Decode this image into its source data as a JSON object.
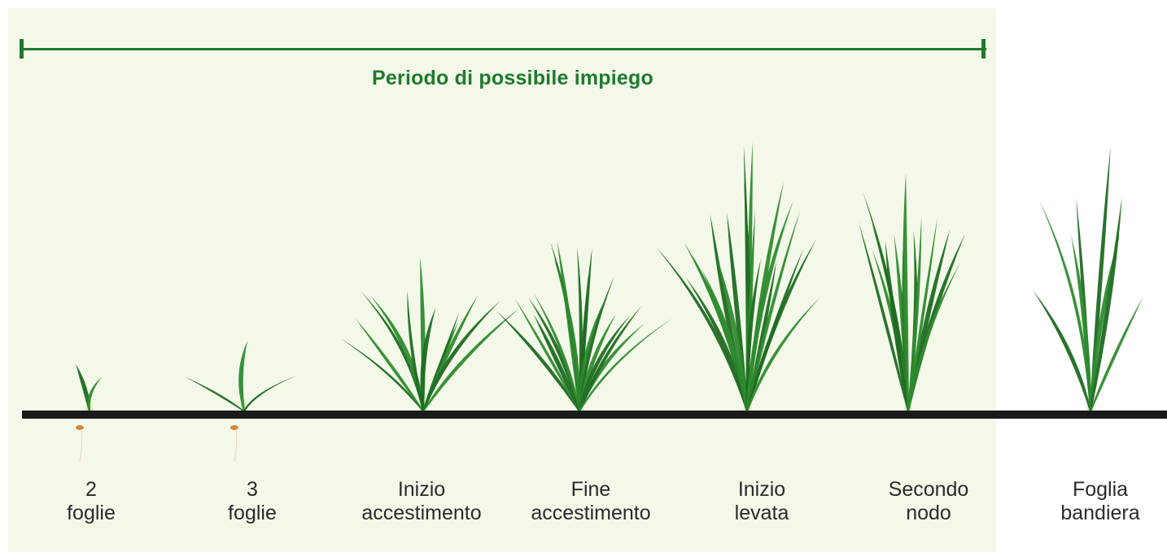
{
  "period": {
    "label": "Periodo di possibile impiego"
  },
  "colors": {
    "accent": "#1e7a2e",
    "panel": "#f3f8e9",
    "ground": "#1a1a1a",
    "leaf": "#2e8b2e",
    "leaf_dark": "#1f6b22"
  },
  "stages": [
    {
      "line1": "2",
      "line2": "foglie",
      "leaves": 2
    },
    {
      "line1": "3",
      "line2": "foglie",
      "leaves": 3
    },
    {
      "line1": "Inizio",
      "line2": "accestimento",
      "leaves": 12
    },
    {
      "line1": "Fine",
      "line2": "accestimento",
      "leaves": 18
    },
    {
      "line1": "Inizio",
      "line2": "levata",
      "leaves": 20
    },
    {
      "line1": "Secondo",
      "line2": "nodo",
      "leaves": 14
    },
    {
      "line1": "Foglia",
      "line2": "bandiera",
      "leaves": 8
    }
  ]
}
